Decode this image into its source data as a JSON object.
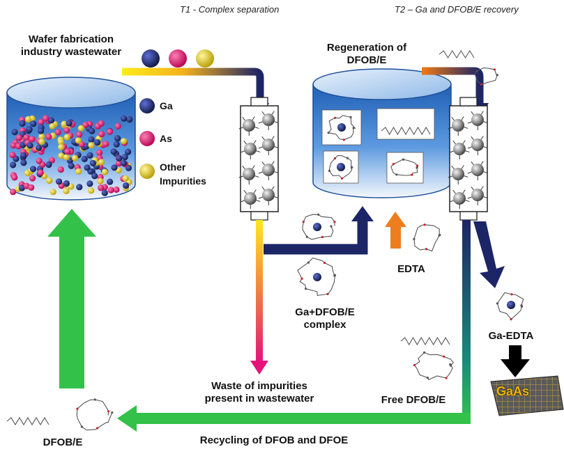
{
  "headers": {
    "t1": "T1 - Complex separation",
    "t2": "T2 – Ga and DFOB/E recovery"
  },
  "labels": {
    "wafer_line1": "Wafer fabrication",
    "wafer_line2": "industry wastewater",
    "regen_line1": "Regeneration of",
    "regen_line2": "DFOB/E",
    "complex_line1": "Ga+DFOB/E",
    "complex_line2": "complex",
    "waste_line1": "Waste of impurities",
    "waste_line2": "present in wastewater",
    "edta": "EDTA",
    "ga_edta": "Ga-EDTA",
    "gaas": "GaAs",
    "free": "Free DFOB/E",
    "dfob": "DFOB/E",
    "recycling": "Recycling of DFOB and DFOE"
  },
  "legend": {
    "ga": "Ga",
    "as": "As",
    "other_line1": "Other",
    "other_line2": "Impurities"
  },
  "colors": {
    "ga": "#1b2a6b",
    "as": "#e0206e",
    "other": "#e8d21a",
    "navy_arrow": "#1c2566",
    "green_arrow": "#33c14a",
    "orange_arrow": "#ee7d1e",
    "tank_blue": "#3b7fd0"
  }
}
